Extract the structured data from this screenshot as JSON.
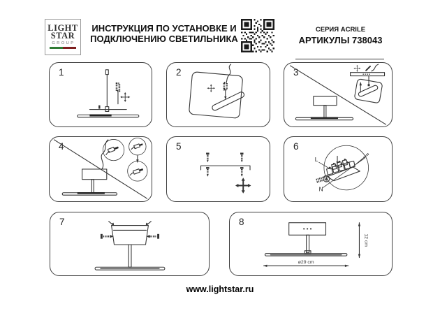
{
  "header": {
    "logo": {
      "line1": "LIGHT",
      "line2": "STAR",
      "line3": "GROUP"
    },
    "title_line1": "ИНСТРУКЦИЯ ПО УСТАНОВКЕ И",
    "title_line2": "ПОДКЛЮЧЕНИЮ СВЕТИЛЬНИКА",
    "series": "СЕРИЯ ACRILE",
    "articles": "АРТИКУЛЫ 738043",
    "qr_icon": "qr-code"
  },
  "steps": [
    {
      "number": "1"
    },
    {
      "number": "2"
    },
    {
      "number": "3"
    },
    {
      "number": "4"
    },
    {
      "number": "5"
    },
    {
      "number": "6"
    },
    {
      "number": "7"
    },
    {
      "number": "8"
    }
  ],
  "diagram_labels": {
    "live": "L",
    "neutral": "N",
    "height": "12 cm",
    "diameter": "ø29 cm"
  },
  "footer": {
    "url": "www.lightstar.ru"
  },
  "colors": {
    "ink": "#1a1a1a",
    "line_art": "#333333",
    "logo_green": "#2f7a33",
    "logo_red": "#7e1f1f"
  }
}
